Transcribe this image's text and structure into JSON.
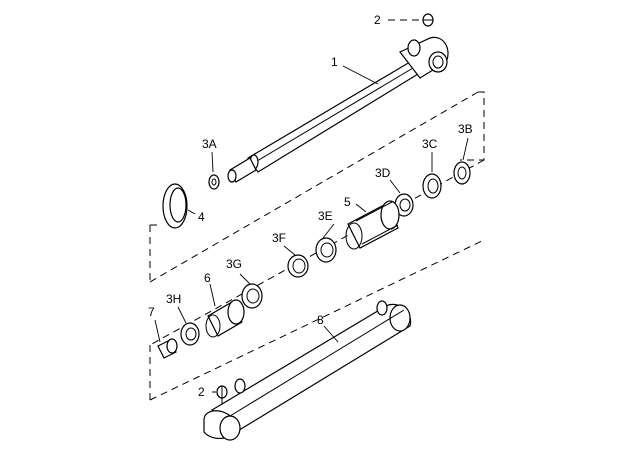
{
  "labels": {
    "l1": "1",
    "l2a": "2",
    "l2b": "2",
    "l3a": "3A",
    "l3b": "3B",
    "l3c": "3C",
    "l3d": "3D",
    "l3e": "3E",
    "l3f": "3F",
    "l3g": "3G",
    "l3h": "3H",
    "l4": "4",
    "l5": "5",
    "l6": "6",
    "l7": "7",
    "l8": "8"
  }
}
